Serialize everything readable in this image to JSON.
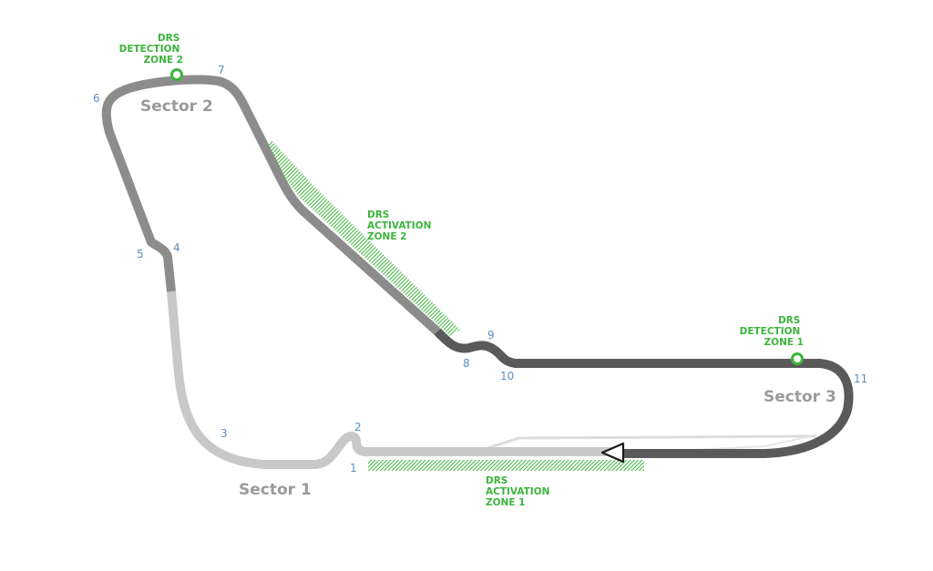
{
  "colors": {
    "sector_1": "#c8c8c8",
    "sector_2": "#8c8c8c",
    "sector_3": "#5a5a5a",
    "drs": "#3cb43c",
    "turn_numbers": "#5b8fc4",
    "sector_labels": "#9a9a9a"
  },
  "sector_labels": {
    "s1": "Sector 1",
    "s2": "Sector 2",
    "s3": "Sector 3"
  },
  "turns": {
    "t1": "1",
    "t2": "2",
    "t3": "3",
    "t4": "4",
    "t5": "5",
    "t6": "6",
    "t7": "7",
    "t8": "8",
    "t9": "9",
    "t10": "10",
    "t11": "11"
  },
  "drs": {
    "detection_2": [
      "DRS",
      "DETECTION",
      "ZONE 2"
    ],
    "activation_2": [
      "DRS",
      "ACTIVATION",
      "ZONE 2"
    ],
    "detection_1": [
      "DRS",
      "DETECTION",
      "ZONE 1"
    ],
    "activation_1": [
      "DRS",
      "ACTIVATION",
      "ZONE 1"
    ]
  },
  "icons": {
    "start_finish": "start-finish-arrow-icon",
    "detection_point": "drs-detection-point-icon"
  }
}
